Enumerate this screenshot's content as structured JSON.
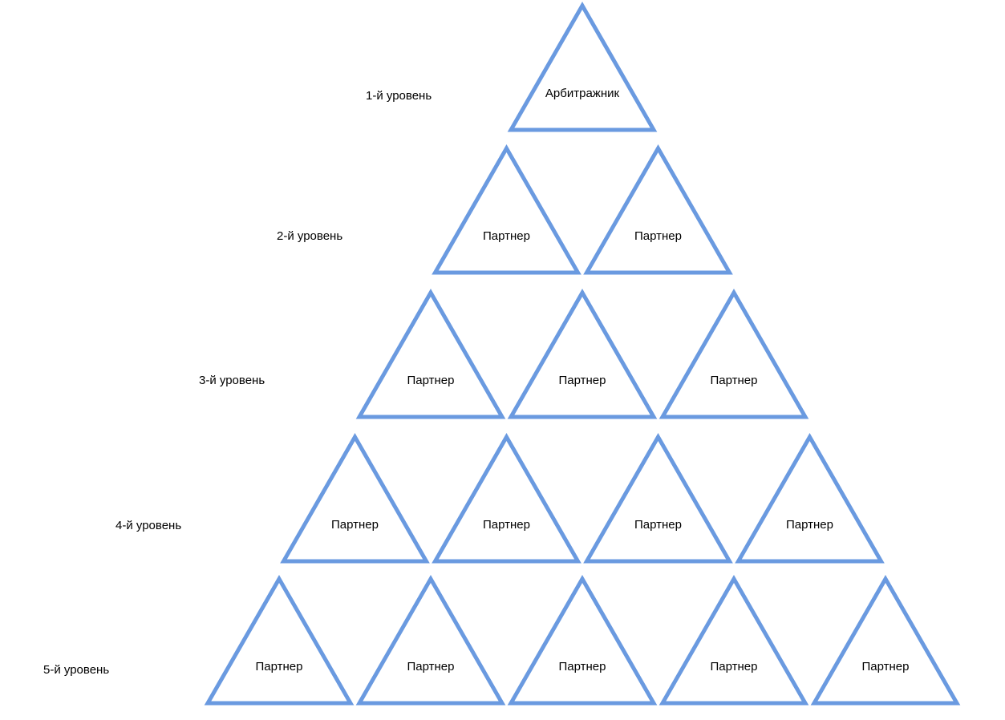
{
  "levels": [
    {
      "label": "1-й уровень",
      "nodes": [
        "Арбитражник"
      ]
    },
    {
      "label": "2-й уровень",
      "nodes": [
        "Партнер",
        "Партнер"
      ]
    },
    {
      "label": "3-й уровень",
      "nodes": [
        "Партнер",
        "Партнер",
        "Партнер"
      ]
    },
    {
      "label": "4-й уровень",
      "nodes": [
        "Партнер",
        "Партнер",
        "Партнер",
        "Партнер"
      ]
    },
    {
      "label": "5-й уровень",
      "nodes": [
        "Партнер",
        "Партнер",
        "Партнер",
        "Партнер",
        "Партнер"
      ]
    }
  ],
  "colors": {
    "triangle_stroke": "#6a9ae0",
    "text": "#000000",
    "background": "#ffffff"
  }
}
